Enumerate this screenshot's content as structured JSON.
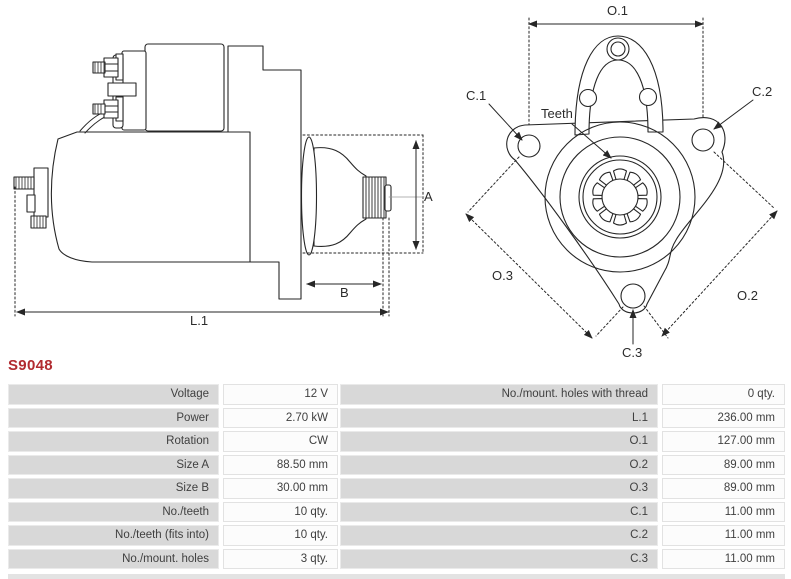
{
  "header": {
    "part_number": "S9048"
  },
  "diagram": {
    "side_view": {
      "dim_a": "A",
      "dim_b": "B",
      "dim_l1": "L.1"
    },
    "front_view": {
      "dim_o1": "O.1",
      "dim_o2": "O.2",
      "dim_o3": "O.3",
      "dim_c1": "C.1",
      "dim_c2": "C.2",
      "dim_c3": "C.3",
      "teeth_label": "Teeth"
    }
  },
  "specs_left": [
    {
      "label": "Voltage",
      "value": "12 V"
    },
    {
      "label": "Power",
      "value": "2.70 kW"
    },
    {
      "label": "Rotation",
      "value": "CW"
    },
    {
      "label": "Size A",
      "value": "88.50 mm"
    },
    {
      "label": "Size B",
      "value": "30.00 mm"
    },
    {
      "label": "No./teeth",
      "value": "10 qty."
    },
    {
      "label": "No./teeth (fits into)",
      "value": "10 qty."
    },
    {
      "label": "No./mount. holes",
      "value": "3 qty."
    }
  ],
  "specs_right": [
    {
      "label": "No./mount. holes with thread",
      "value": "0 qty."
    },
    {
      "label": "L.1",
      "value": "236.00 mm"
    },
    {
      "label": "O.1",
      "value": "127.00 mm"
    },
    {
      "label": "O.2",
      "value": "89.00 mm"
    },
    {
      "label": "O.3",
      "value": "89.00 mm"
    },
    {
      "label": "C.1",
      "value": "11.00 mm"
    },
    {
      "label": "C.2",
      "value": "11.00 mm"
    },
    {
      "label": "C.3",
      "value": "11.00 mm"
    }
  ],
  "colors": {
    "accent_red": "#b12b30",
    "drawing_line": "#262626",
    "label_cell_bg": "#d8d8d8",
    "value_cell_bg": "#fcfcfc"
  }
}
